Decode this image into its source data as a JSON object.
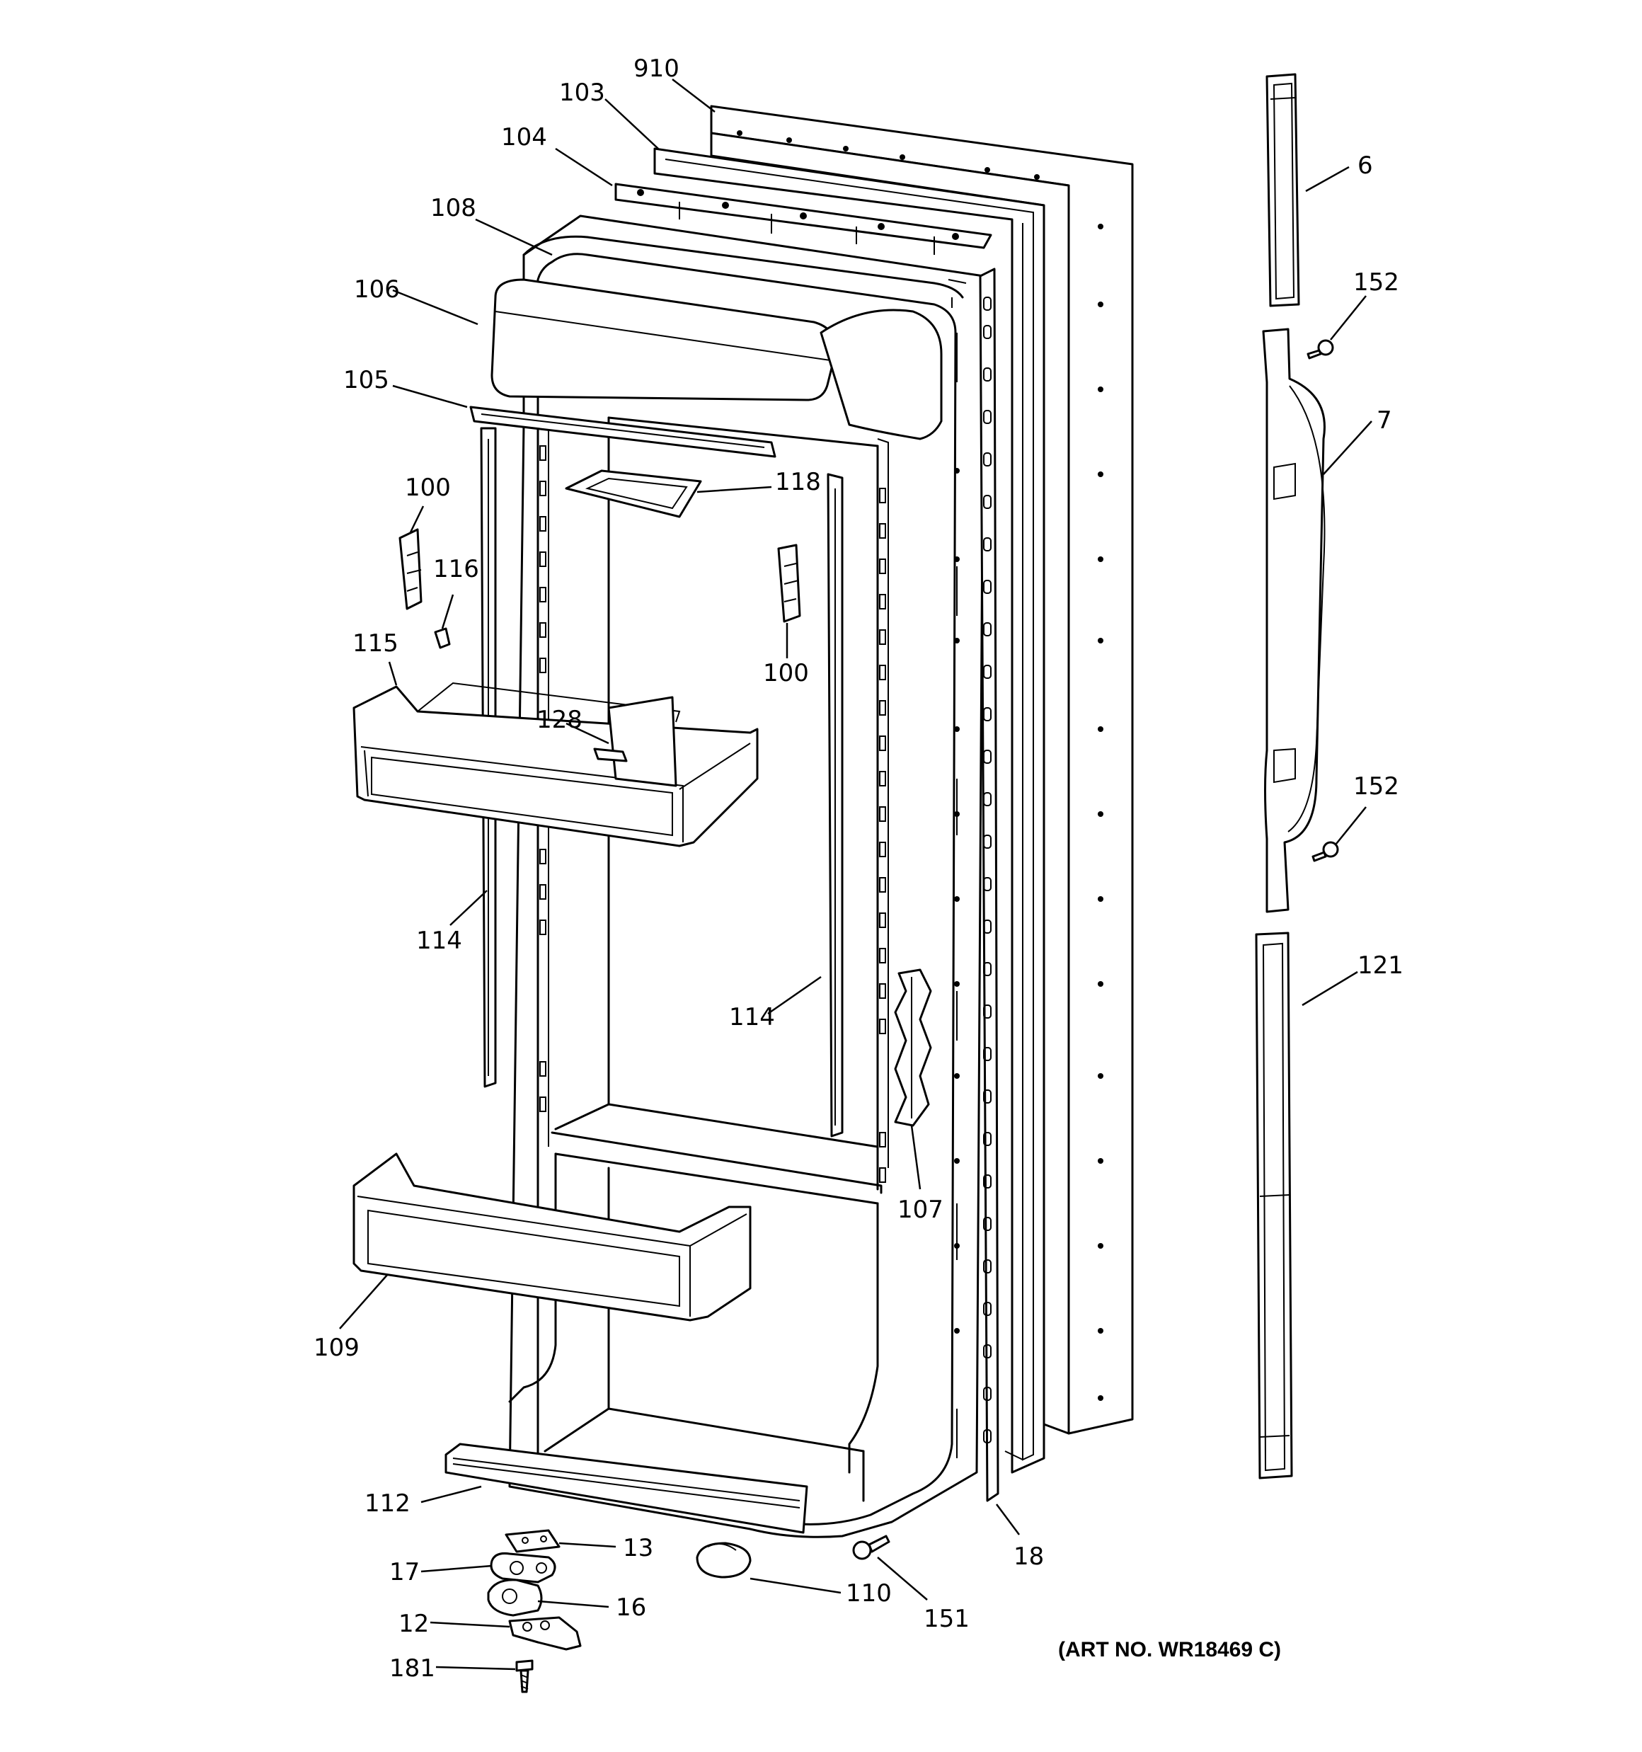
{
  "callouts": {
    "c910": "910",
    "c103": "103",
    "c104": "104",
    "c108": "108",
    "c106": "106",
    "c105": "105",
    "c118": "118",
    "c100a": "100",
    "c116": "116",
    "c100b": "100",
    "c115": "115",
    "c128": "128",
    "c114a": "114",
    "c114b": "114",
    "c107": "107",
    "c109": "109",
    "c112": "112",
    "c13": "13",
    "c17": "17",
    "c16": "16",
    "c12": "12",
    "c181": "181",
    "c110": "110",
    "c151": "151",
    "c18": "18",
    "c6": "6",
    "c152a": "152",
    "c7": "7",
    "c152b": "152",
    "c121": "121"
  },
  "art_number": "(ART NO. WR18469 C)"
}
